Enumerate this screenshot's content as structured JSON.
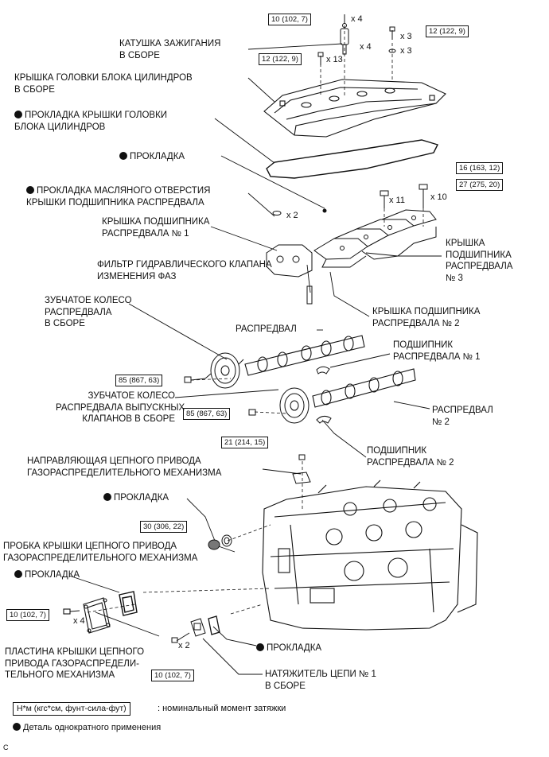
{
  "labels": {
    "ignition_coil": "КАТУШКА ЗАЖИГАНИЯ\nВ СБОРЕ",
    "head_cover": "КРЫШКА ГОЛОВКИ БЛОКА ЦИЛИНДРОВ\nВ СБОРЕ",
    "head_cover_gasket": "ПРОКЛАДКА КРЫШКИ ГОЛОВКИ\nБЛОКА ЦИЛИНДРОВ",
    "gasket_1": "ПРОКЛАДКА",
    "oil_hole_gasket": "ПРОКЛАДКА МАСЛЯНОГО ОТВЕРСТИЯ\nКРЫШКИ ПОДШИПНИКА РАСПРЕДВАЛА",
    "bearing_cap_1": "КРЫШКА ПОДШИПНИКА\nРАСПРЕДВАЛА № 1",
    "vvt_filter": "ФИЛЬТР ГИДРАВЛИЧЕСКОГО КЛАПАНА\nИЗМЕНЕНИЯ ФАЗ",
    "bearing_cap_3": "КРЫШКА\nПОДШИПНИКА\nРАСПРЕДВАЛА\n№ 3",
    "bearing_cap_2": "КРЫШКА ПОДШИПНИКА\nРАСПРЕДВАЛА № 2",
    "cam_gear": "ЗУБЧАТОЕ КОЛЕСО\nРАСПРЕДВАЛА\nВ СБОРЕ",
    "camshaft": "РАСПРЕДВАЛ",
    "cam_bearing_1": "ПОДШИПНИК\nРАСПРЕДВАЛА № 1",
    "exhaust_gear": "ЗУБЧАТОЕ КОЛЕСО\nРАСПРЕДВАЛА ВЫПУСКНЫХ\nКЛАПАНОВ В СБОРЕ",
    "camshaft_2": "РАСПРЕДВАЛ\n№ 2",
    "cam_bearing_2": "ПОДШИПНИК\nРАСПРЕДВАЛА № 2",
    "chain_guide": "НАПРАВЛЯЮЩАЯ ЦЕПНОГО ПРИВОДА\nГАЗОРАСПРЕДЕЛИТЕЛЬНОГО МЕХАНИЗМА",
    "gasket_2": "ПРОКЛАДКА",
    "chain_cover_plug": "ПРОБКА КРЫШКИ ЦЕПНОГО ПРИВОДА\nГАЗОРАСПРЕДЕЛИТЕЛЬНОГО МЕХАНИЗМА",
    "gasket_3": "ПРОКЛАДКА",
    "chain_cover_plate": "ПЛАСТИНА КРЫШКИ ЦЕПНОГО\nПРИВОДА ГАЗОРАСПРЕДЕЛИ-\nТЕЛЬНОГО МЕХАНИЗМА",
    "gasket_4": "ПРОКЛАДКА",
    "tensioner": "НАТЯЖИТЕЛЬ ЦЕПИ № 1\nВ СБОРЕ"
  },
  "torque_specs": {
    "coil_bolt": "10 (102, 7)",
    "cover_nut": "12 (122, 9)",
    "cover_bolt": "12 (122, 9)",
    "cap_bolt_16": "16 (163, 12)",
    "cap_bolt_27": "27 (275, 20)",
    "gear_bolt": "85 (867, 63)",
    "exhaust_gear_bolt": "85 (867, 63)",
    "guide_bolt": "21 (214, 15)",
    "plug": "30 (306, 22)",
    "plate_bolt": "10 (102, 7)",
    "tensioner_nut": "10 (102, 7)"
  },
  "quantities": {
    "coil_bolt": "x 4",
    "coil": "x 4",
    "cover_nut": "x 3",
    "seal_washer": "x 3",
    "cover_bolt": "x 13",
    "oil_gasket": "x 2",
    "cap_bolt_16": "x 11",
    "cap_bolt_27": "x 10",
    "plate_bolt": "x 4",
    "tensioner_nut": "x 2"
  },
  "legend": {
    "torque_unit": "Н*м (кгс*см, фунт-сила-фут)",
    "torque_desc": ": номинальный момент затяжки",
    "non_reusable": "Деталь однократного применения",
    "corner_mark": "C"
  },
  "colors": {
    "ink": "#111111",
    "paper": "#ffffff"
  }
}
